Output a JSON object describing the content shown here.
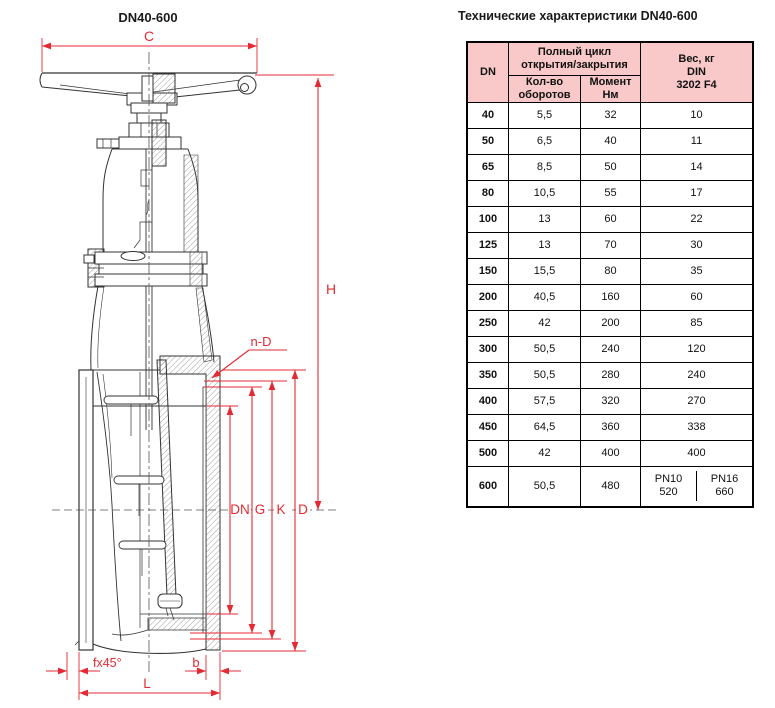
{
  "drawing": {
    "title": "DN40-600",
    "labels": {
      "c": "C",
      "h": "H",
      "nd": "n-D",
      "dn": "DN",
      "g": "G",
      "k": "K",
      "d": "D",
      "f": "fx45°",
      "b": "b",
      "l": "L"
    },
    "colors": {
      "dimension_red": "#e42a33",
      "line_black": "#333333"
    }
  },
  "table": {
    "title": "Технические характеристики DN40-600",
    "header": {
      "dn": "DN",
      "cycle_group": "Полный цикл открытия/закрытия",
      "turns": "Кол-во оборотов",
      "torque": "Момент Нм",
      "weight_line1": "Вес, кг",
      "weight_line2": "DIN",
      "weight_line3": "3202 F4"
    },
    "colors": {
      "header_bg": "#f9c9c9",
      "border": "#000000"
    },
    "rows": [
      {
        "dn": "40",
        "turns": "5,5",
        "torque": "32",
        "weight": "10"
      },
      {
        "dn": "50",
        "turns": "6,5",
        "torque": "40",
        "weight": "11"
      },
      {
        "dn": "65",
        "turns": "8,5",
        "torque": "50",
        "weight": "14"
      },
      {
        "dn": "80",
        "turns": "10,5",
        "torque": "55",
        "weight": "17"
      },
      {
        "dn": "100",
        "turns": "13",
        "torque": "60",
        "weight": "22"
      },
      {
        "dn": "125",
        "turns": "13",
        "torque": "70",
        "weight": "30"
      },
      {
        "dn": "150",
        "turns": "15,5",
        "torque": "80",
        "weight": "35"
      },
      {
        "dn": "200",
        "turns": "40,5",
        "torque": "160",
        "weight": "60"
      },
      {
        "dn": "250",
        "turns": "42",
        "torque": "200",
        "weight": "85"
      },
      {
        "dn": "300",
        "turns": "50,5",
        "torque": "240",
        "weight": "120"
      },
      {
        "dn": "350",
        "turns": "50,5",
        "torque": "280",
        "weight": "240"
      },
      {
        "dn": "400",
        "turns": "57,5",
        "torque": "320",
        "weight": "270"
      },
      {
        "dn": "450",
        "turns": "64,5",
        "torque": "360",
        "weight": "338"
      },
      {
        "dn": "500",
        "turns": "42",
        "torque": "400",
        "weight": "400"
      },
      {
        "dn": "600",
        "turns": "50,5",
        "torque": "480",
        "pn10_label": "PN10",
        "pn10_value": "520",
        "pn16_label": "PN16",
        "pn16_value": "660"
      }
    ]
  }
}
